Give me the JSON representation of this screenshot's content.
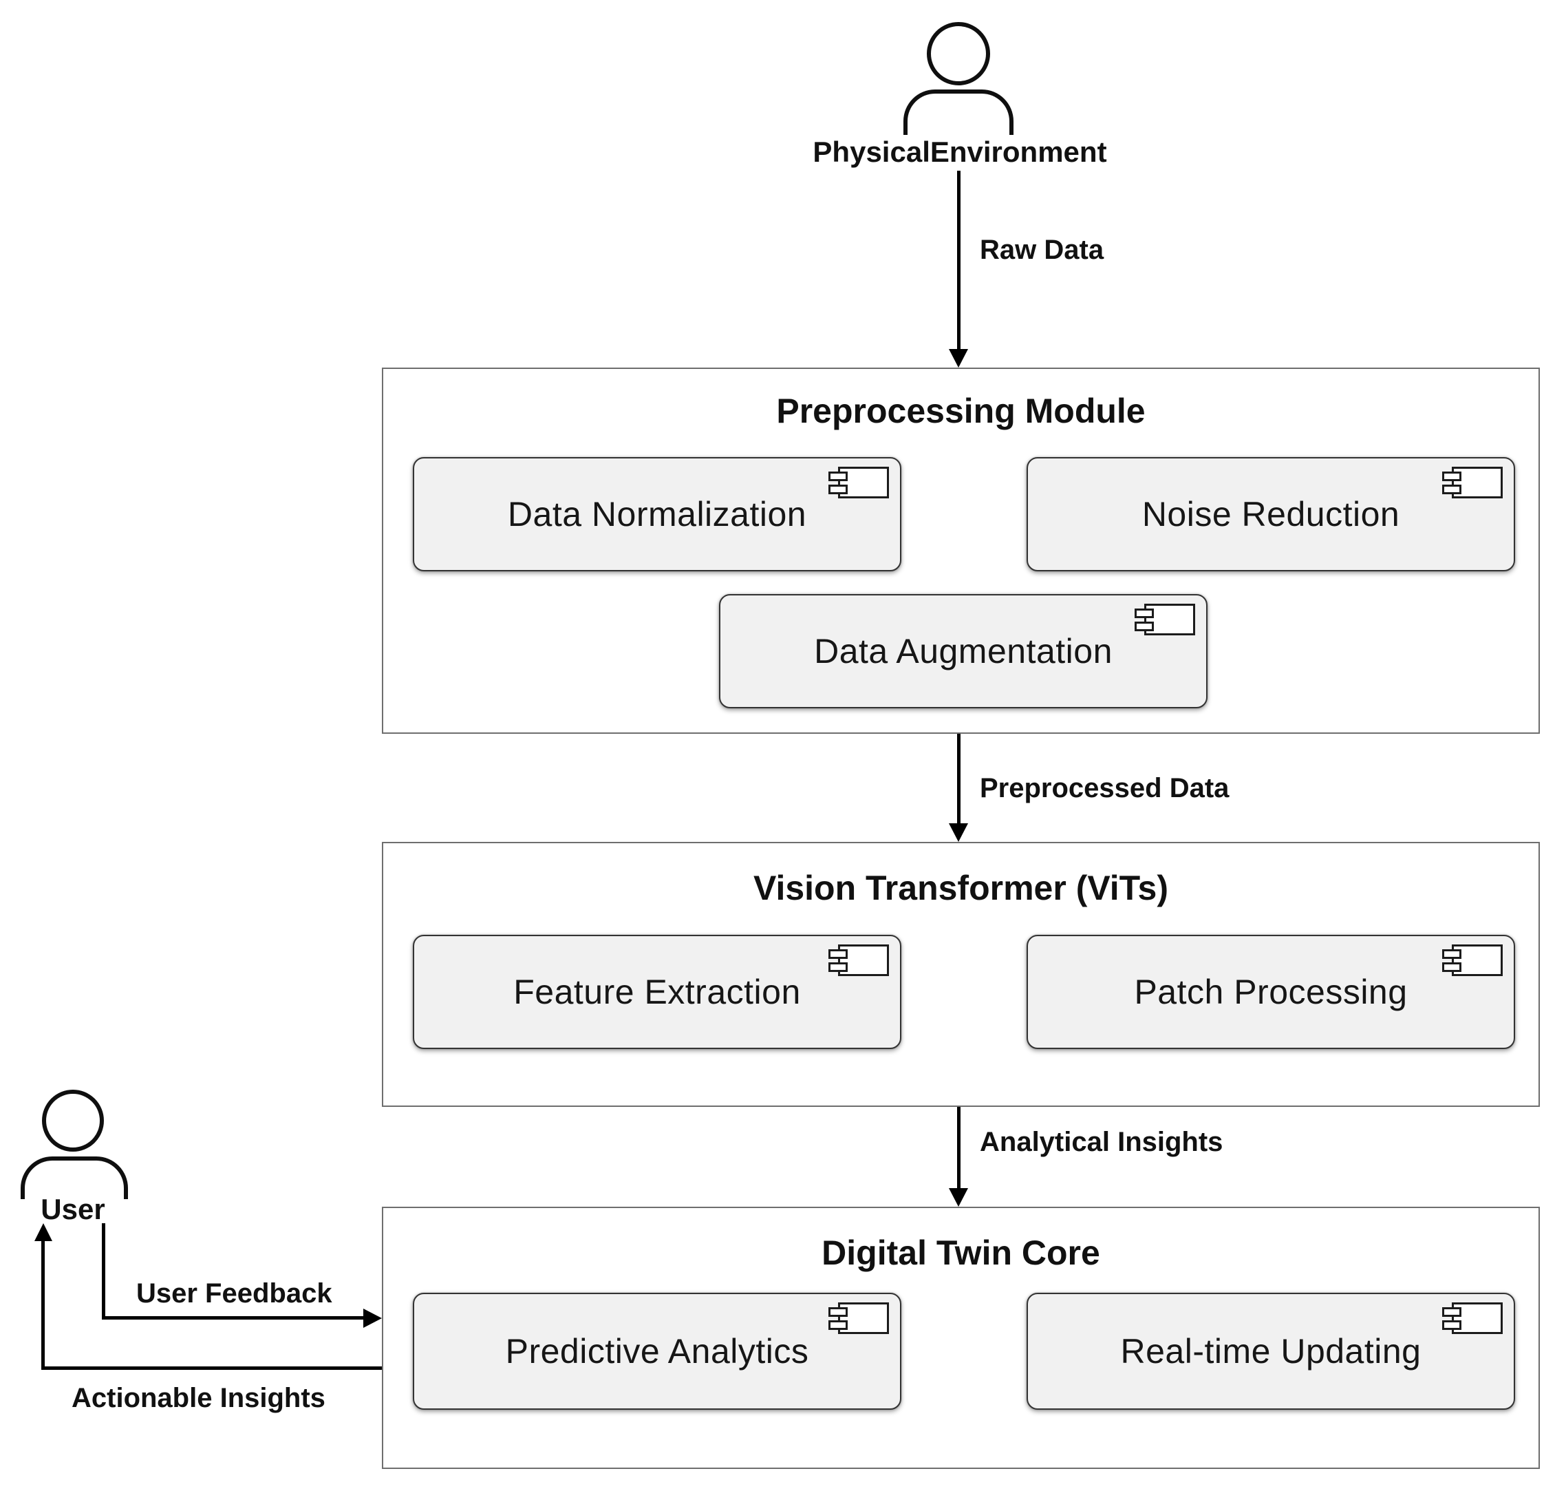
{
  "diagram": {
    "actors": {
      "physical_environment": {
        "label": "PhysicalEnvironment"
      },
      "user": {
        "label": "User"
      }
    },
    "containers": {
      "preprocessing": {
        "title": "Preprocessing Module",
        "components": [
          {
            "label": "Data Normalization"
          },
          {
            "label": "Noise Reduction"
          },
          {
            "label": "Data Augmentation"
          }
        ]
      },
      "vision_transformer": {
        "title": "Vision Transformer (ViTs)",
        "components": [
          {
            "label": "Feature Extraction"
          },
          {
            "label": "Patch Processing"
          }
        ]
      },
      "digital_twin_core": {
        "title": "Digital Twin Core",
        "components": [
          {
            "label": "Predictive Analytics"
          },
          {
            "label": "Real-time Updating"
          }
        ]
      }
    },
    "edges": {
      "raw_data": {
        "label": "Raw Data"
      },
      "preprocessed_data": {
        "label": "Preprocessed Data"
      },
      "analytical_insights": {
        "label": "Analytical Insights"
      },
      "user_feedback": {
        "label": "User Feedback"
      },
      "actionable_insights": {
        "label": "Actionable Insights"
      }
    },
    "colors": {
      "background": "#ffffff",
      "component_fill": "#f1f1f1",
      "component_border": "#333333",
      "container_border": "#6e6e6e",
      "arrow": "#000000",
      "text": "#111111"
    }
  }
}
